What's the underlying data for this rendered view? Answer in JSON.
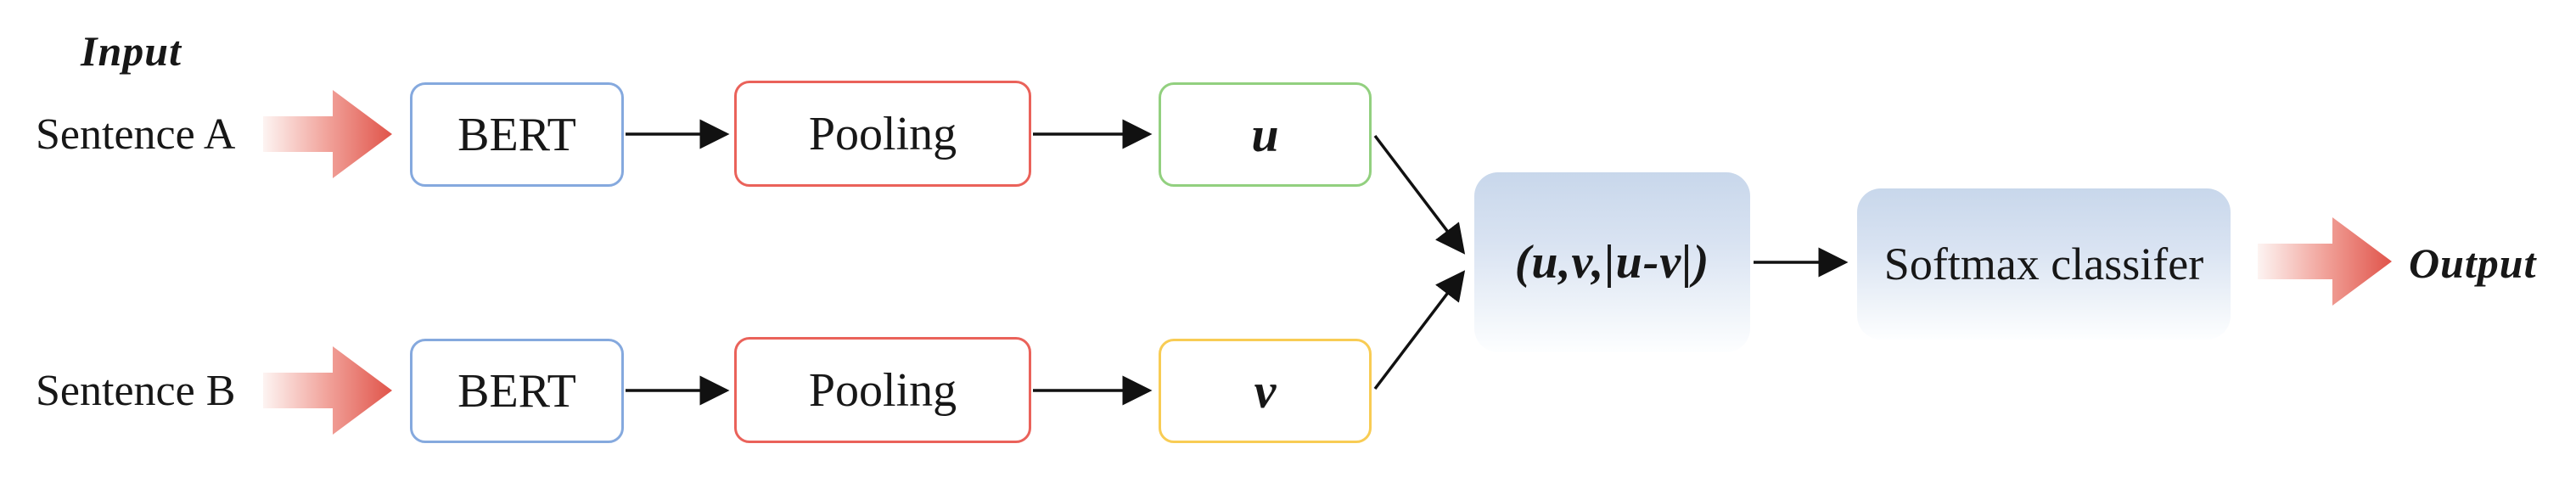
{
  "figure": {
    "input_label": "Input",
    "output_label": "Output",
    "branch_a": {
      "sentence_label": "Sentence A",
      "bert_label": "BERT",
      "pooling_label": "Pooling",
      "embedding_label": "u"
    },
    "branch_b": {
      "sentence_label": "Sentence B",
      "bert_label": "BERT",
      "pooling_label": "Pooling",
      "embedding_label": "v"
    },
    "concat_label": "(u,v,|u-v|)",
    "classifier_label": "Softmax classifer"
  },
  "colors": {
    "bert_border": "#85a9de",
    "pooling_border": "#ea625a",
    "u_border": "#92d07f",
    "v_border": "#f8cc54",
    "panel_gradient_top": "#c8d7eb",
    "panel_gradient_bottom": "#fdfeff",
    "red_arrow_tail": "#fdf4f2",
    "red_arrow_mid": "#f1a29a",
    "red_arrow_tip": "#e0544a",
    "connector": "#111111",
    "background": "#ffffff"
  }
}
